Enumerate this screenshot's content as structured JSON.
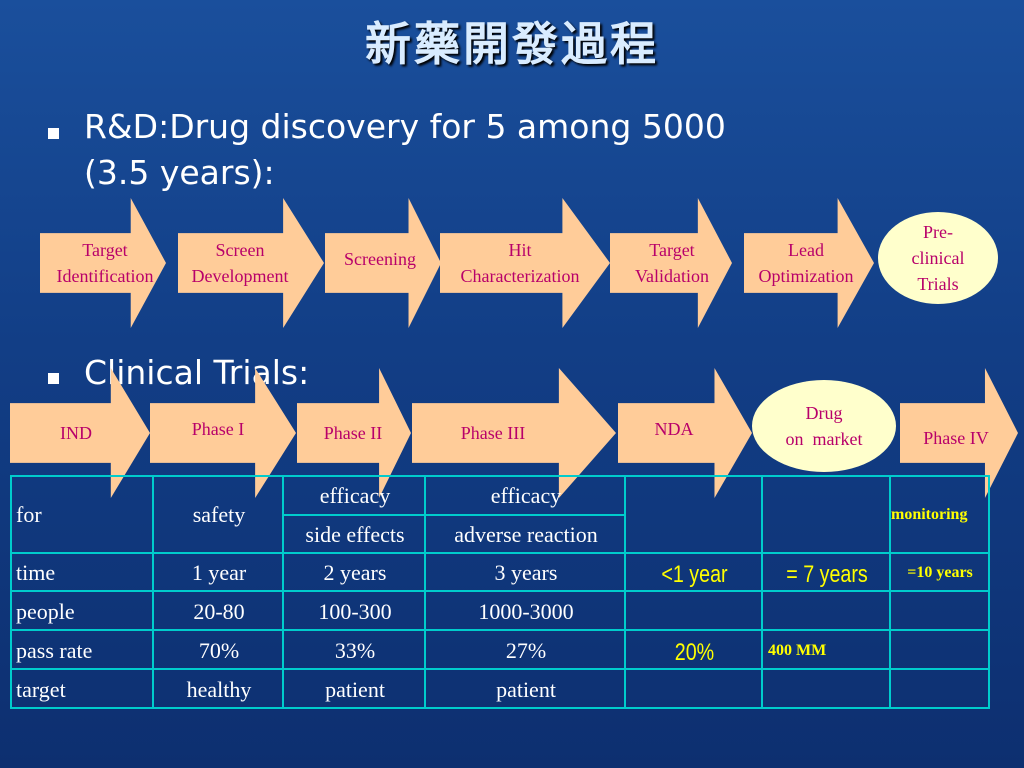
{
  "title": "新藥開發過程",
  "bullets": [
    {
      "line1": "R&D:Drug discovery for 5 among 5000",
      "line2": "(3.5 years):"
    },
    {
      "line1": "Clinical Trials:"
    }
  ],
  "rd_steps": [
    {
      "label": "Target\nIdentification"
    },
    {
      "label": "Screen\nDevelopment"
    },
    {
      "label": "Screening"
    },
    {
      "label": "Hit\nCharacterization"
    },
    {
      "label": "Target\nValidation"
    },
    {
      "label": "Lead\nOptimization"
    }
  ],
  "rd_end": {
    "label": "Pre-\nclinical\nTrials"
  },
  "clinical_steps": [
    {
      "label": "IND"
    },
    {
      "label": "Phase I"
    },
    {
      "label": "Phase II"
    },
    {
      "label": "Phase III"
    },
    {
      "label": "NDA"
    },
    {
      "label": "Drug\non  market"
    },
    {
      "label": "Phase IV"
    }
  ],
  "table": {
    "for": {
      "label": "for",
      "phase1": "safety",
      "phase2_top": "efficacy",
      "phase2_bottom": "side effects",
      "phase3_top": "efficacy",
      "phase3_bottom": "adverse reaction",
      "phase4": "monitoring"
    },
    "time": {
      "label": "time",
      "phase1": "1 year",
      "phase2": "2 years",
      "phase3": "3 years",
      "nda": "<1 year",
      "market": "= 7 years",
      "phase4": "=10 years"
    },
    "people": {
      "label": "people",
      "phase1": "20-80",
      "phase2": "100-300",
      "phase3": "1000-3000"
    },
    "pass_rate": {
      "label": "pass rate",
      "phase1": "70%",
      "phase2": "33%",
      "phase3": "27%",
      "nda": "20%",
      "market": "400 MM"
    },
    "target": {
      "label": "target",
      "phase1": "healthy",
      "phase2": "patient",
      "phase3": "patient"
    }
  },
  "colors": {
    "arrow": "#ffcc99",
    "oval": "#ffffcc",
    "arrow_text": "#b8006a",
    "grid_line": "#00cccc",
    "highlight": "#ffff00"
  }
}
